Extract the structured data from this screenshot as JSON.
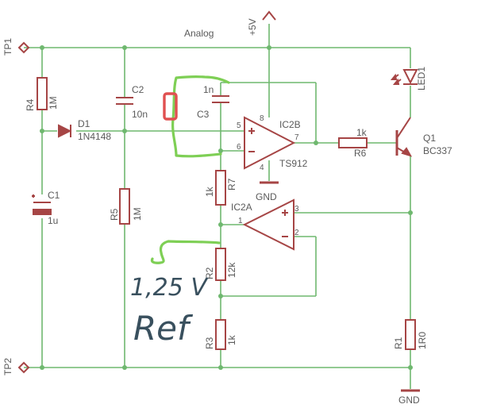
{
  "title": "Analog",
  "rail": {
    "supply": "+5V",
    "gnd_ic": "GND",
    "gnd_out": "GND"
  },
  "testpoints": {
    "tp1": "TP1",
    "tp2": "TP2"
  },
  "components": {
    "r4": {
      "ref": "R4",
      "value": "1M"
    },
    "d1": {
      "ref": "D1",
      "value": "1N4148"
    },
    "c1": {
      "ref": "C1",
      "value": "1u"
    },
    "c2": {
      "ref": "C2",
      "value": "10n"
    },
    "c3": {
      "ref": "C3",
      "value": "1n"
    },
    "r5": {
      "ref": "R5",
      "value": "1M"
    },
    "r7": {
      "ref": "R7",
      "value": "1k"
    },
    "r2": {
      "ref": "R2",
      "value": "12k"
    },
    "r3": {
      "ref": "R3",
      "value": "1k"
    },
    "r6": {
      "ref": "R6",
      "value": "1k"
    },
    "r1": {
      "ref": "R1",
      "value": "1R0"
    },
    "q1": {
      "ref": "Q1",
      "value": "BC337"
    },
    "led1": {
      "ref": "LED1"
    },
    "ic2b": {
      "ref": "IC2B",
      "part": "TS912",
      "pin_inp": "5",
      "pin_inn": "6",
      "pin_out": "7",
      "pin_vcc": "8",
      "pin_gnd": "4"
    },
    "ic2a": {
      "ref": "IC2A",
      "pin_inp": "3",
      "pin_inn": "2",
      "pin_out": "1"
    }
  },
  "annotations": {
    "ref_voltage": "1,25 V",
    "ref_word": "Ref"
  },
  "colors": {
    "wire": "#6fb86f",
    "part": "#a64545",
    "marker": "#e05050",
    "markup": "#39505e",
    "sketch": "#7ecf55"
  }
}
